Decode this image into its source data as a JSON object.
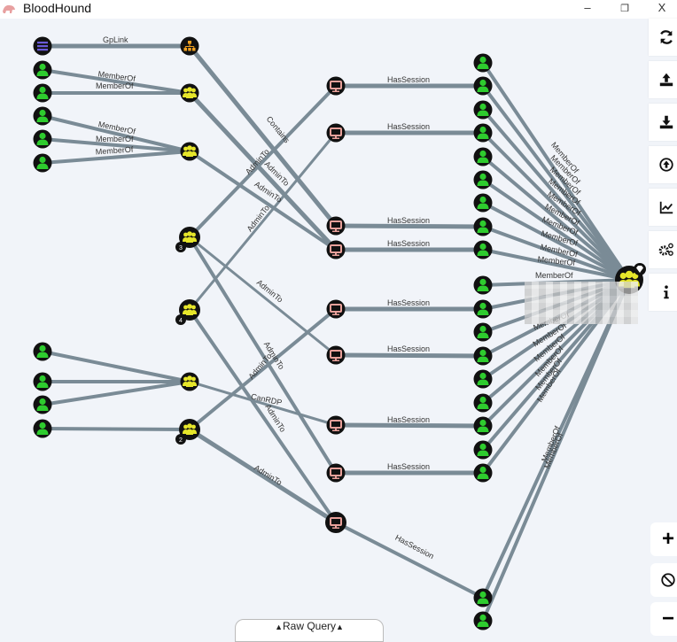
{
  "window": {
    "title": "BloodHound",
    "controls": {
      "minimize": "–",
      "restore": "❐",
      "close": "X"
    }
  },
  "colors": {
    "background": "#f1f4f9",
    "edge": "#7a8b96",
    "user": "#2ecc2e",
    "group": "#e6e62a",
    "computer": "#e8a09a",
    "gpo": "#3a2a8a",
    "ou": "#f0a020",
    "node_bg": "#111111"
  },
  "edge_labels": {
    "gplink": "GpLink",
    "memberof": "MemberOf",
    "contains": "Contains",
    "adminto": "AdminTo",
    "hassession": "HasSession",
    "canrdp": "CanRDP"
  },
  "badges": {
    "g3": "3",
    "g4": "4",
    "g6": "2"
  },
  "sidebar": {
    "buttons": [
      {
        "name": "refresh-button",
        "icon": "refresh-icon"
      },
      {
        "name": "upload-button",
        "icon": "upload-icon"
      },
      {
        "name": "download-button",
        "icon": "download-icon"
      },
      {
        "name": "import-button",
        "icon": "circle-arrow-up-icon"
      },
      {
        "name": "stats-button",
        "icon": "chart-icon"
      },
      {
        "name": "settings-button",
        "icon": "gears-icon"
      },
      {
        "name": "info-button",
        "icon": "info-icon"
      }
    ]
  },
  "zoom_controls": {
    "zoom_in": "+",
    "reset": "⃠",
    "zoom_out": "−"
  },
  "raw_query": {
    "label": "Raw Query"
  }
}
